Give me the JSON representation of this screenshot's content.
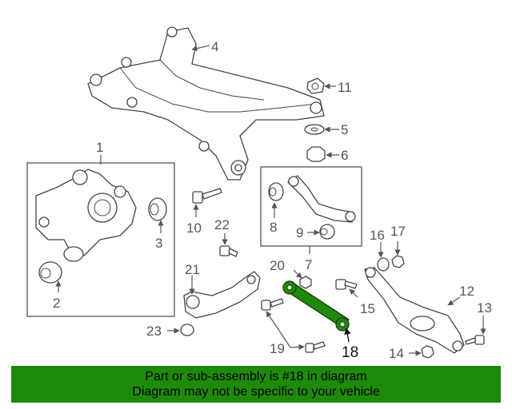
{
  "colors": {
    "banner_bg": "#1e8a0a",
    "highlight": "#1e8a0a",
    "line": "#555555"
  },
  "labels": {
    "p1": "1",
    "p2": "2",
    "p3": "3",
    "p4": "4",
    "p5": "5",
    "p6": "6",
    "p7": "7",
    "p8": "8",
    "p9": "9",
    "p10": "10",
    "p11": "11",
    "p12": "12",
    "p13": "13",
    "p14": "14",
    "p15": "15",
    "p16": "16",
    "p17": "17",
    "p18": "18",
    "p19": "19",
    "p20": "20",
    "p21": "21",
    "p22": "22",
    "p23": "23"
  },
  "banner": {
    "line1": "Part or sub-assembly is #18 in diagram",
    "line2": "Diagram may not be specific to your vehicle"
  }
}
